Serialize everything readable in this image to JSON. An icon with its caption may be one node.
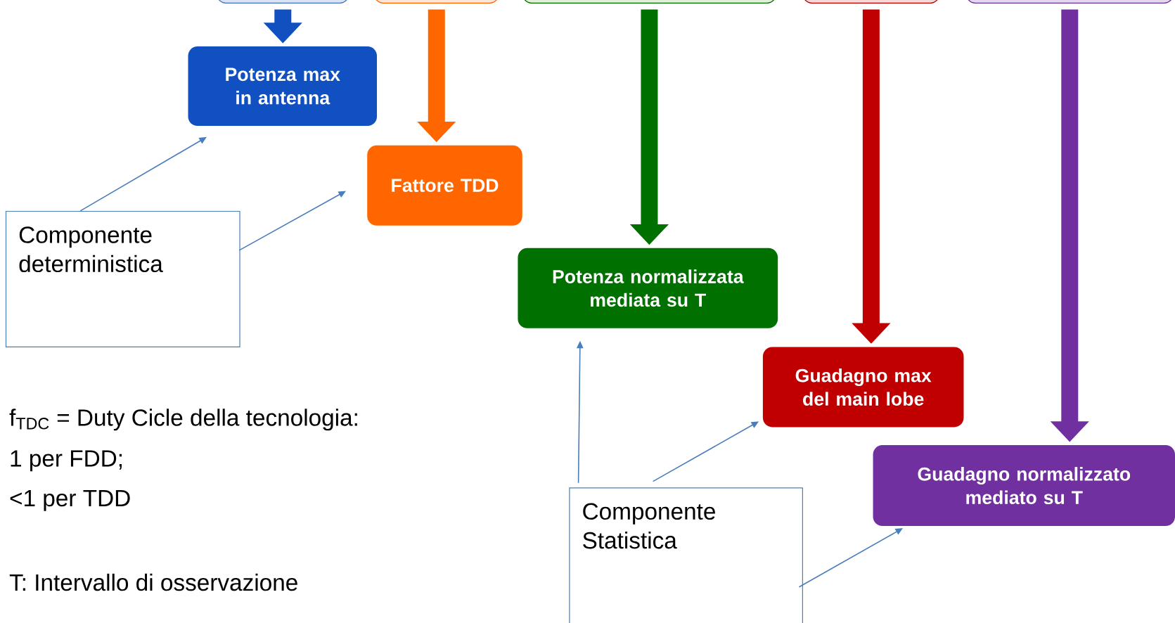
{
  "diagram": {
    "nodes": [
      {
        "text": [],
        "shape": "box"
      },
      {
        "text": [],
        "shape": "box"
      },
      {
        "text": [],
        "shape": "box"
      },
      {
        "text": [],
        "shape": "box"
      },
      {
        "text": [],
        "shape": "box"
      },
      {
        "text": [
          "Potenza max in antenna"
        ]
      },
      {
        "text": [
          "Fattore TDD"
        ]
      },
      {
        "text": [
          "Potenza normalizzata mediata su T"
        ]
      },
      {
        "text": [
          "Guadagno max del main lobe"
        ]
      },
      {
        "text": [
          "Guadagno normalizzato mediato su T"
        ]
      },
      {
        "text": [
          "Componente deterministica"
        ]
      },
      {
        "text": [
          "Componente Statistica"
        ]
      }
    ],
    "edges": [
      {
        "from": 0,
        "to": 5,
        "arrow": "to",
        "style": "thick",
        "color": "#1150c0"
      },
      {
        "from": 1,
        "to": 6,
        "arrow": "to",
        "style": "thick",
        "color": "#ff6600"
      },
      {
        "from": 2,
        "to": 7,
        "arrow": "to",
        "style": "thick",
        "color": "#007000"
      },
      {
        "from": 3,
        "to": 8,
        "arrow": "to",
        "style": "thick",
        "color": "#c00000"
      },
      {
        "from": 4,
        "to": 9,
        "arrow": "to",
        "style": "thick",
        "color": "#7030a0"
      },
      {
        "from": 10,
        "to": 5,
        "arrow": "to"
      },
      {
        "from": 10,
        "to": 6,
        "arrow": "to"
      },
      {
        "from": 11,
        "to": 7,
        "arrow": "to"
      },
      {
        "from": 11,
        "to": 8,
        "arrow": "to"
      },
      {
        "from": 11,
        "to": 9,
        "arrow": "to"
      }
    ],
    "labels": [
      "f$_{TDC}$ = Duty Cicle della tecnologia:",
      "1 per FDD;",
      "<1 per TDD",
      "T: Intervallo di osservazione"
    ]
  }
}
